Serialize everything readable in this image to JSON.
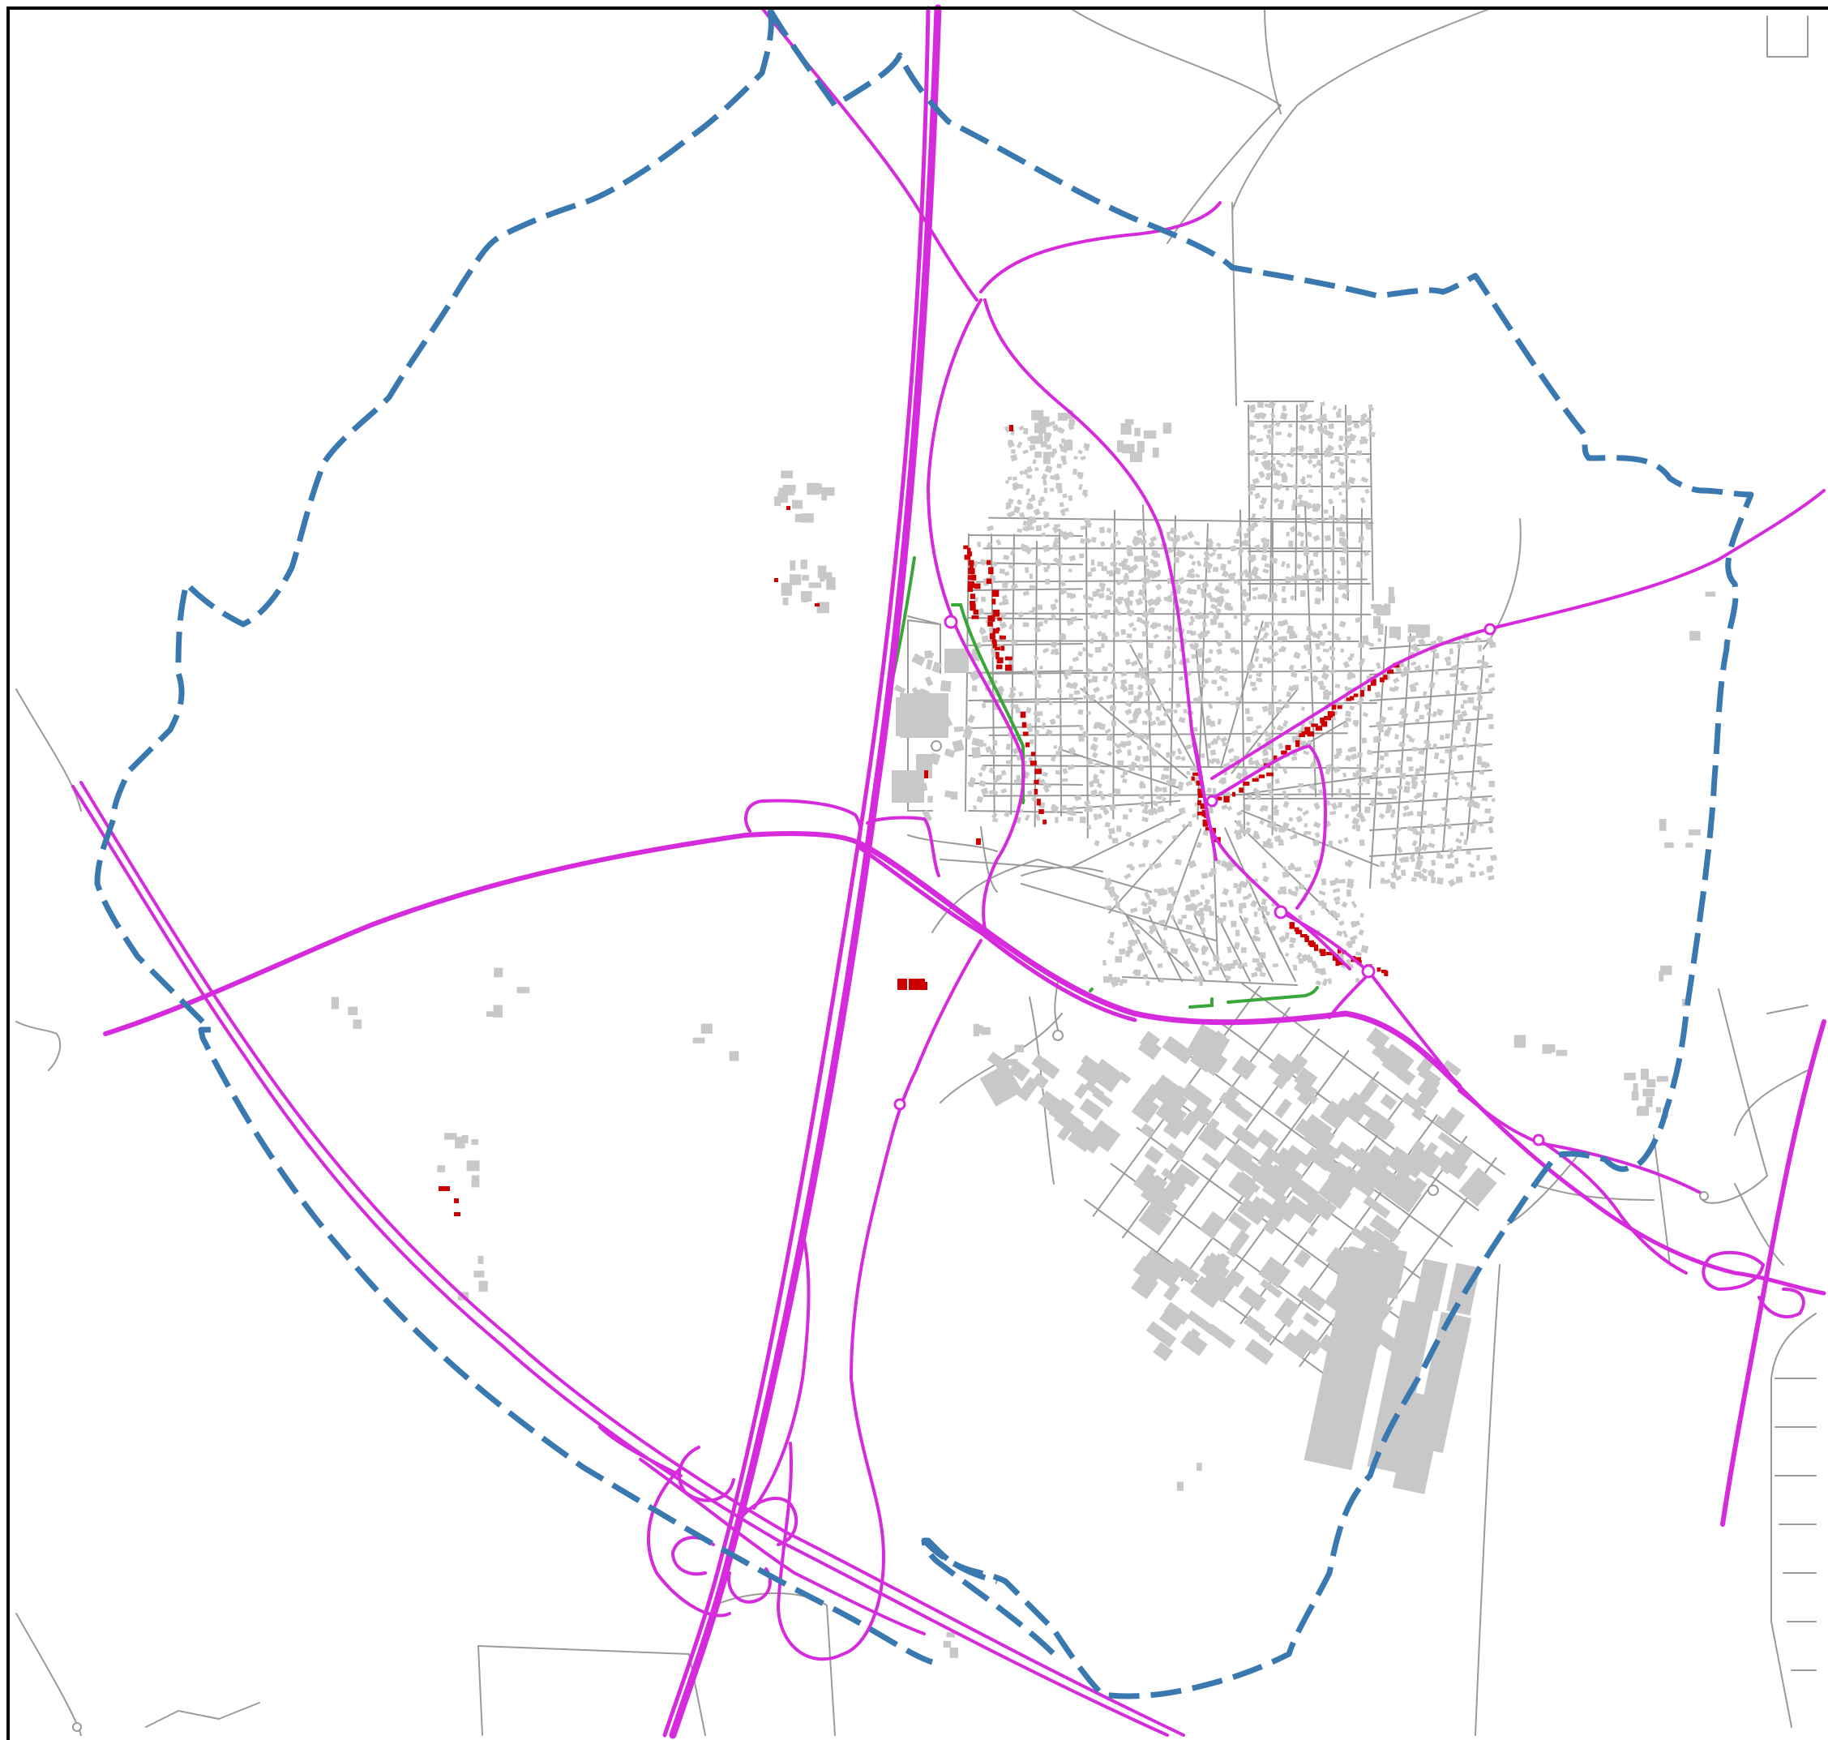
{
  "map": {
    "colors": {
      "background": "#ffffff",
      "frame": "#000000",
      "minor_road": "#9a9a9a",
      "major_road": "#d62bdc",
      "boundary": "#3a78b0",
      "building": "#c8c8c8",
      "highlight_building": "#cc0000",
      "green_path": "#3aa63a"
    },
    "layers": [
      "minor-roads",
      "buildings",
      "highlighted-buildings",
      "green-paths",
      "major-roads",
      "roundabouts",
      "municipal-boundary"
    ]
  }
}
